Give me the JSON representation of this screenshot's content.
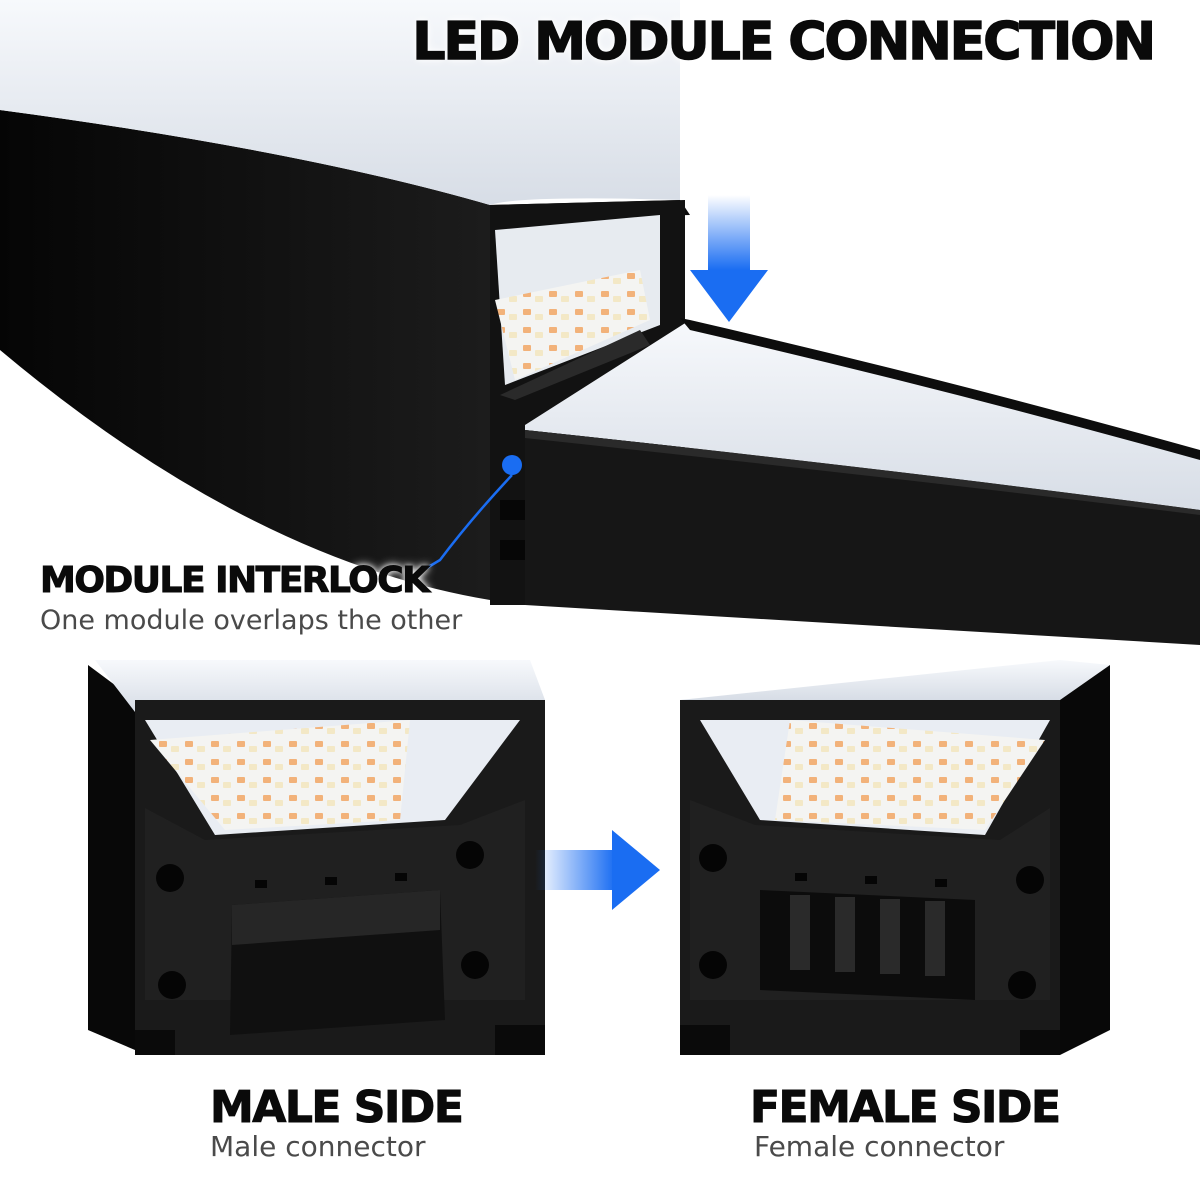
{
  "title": "LED MODULE CONNECTION",
  "interlock": {
    "heading": "MODULE INTERLOCK",
    "caption": "One module overlaps the other"
  },
  "male": {
    "heading": "MALE SIDE",
    "caption": "Male connector"
  },
  "female": {
    "heading": "FEMALE SIDE",
    "caption": "Female connector"
  },
  "colors": {
    "accent_blue": "#1a6df2",
    "profile_black": "#111111",
    "diffuser": "#e9edf3",
    "led_warm": "#f2b27a",
    "led_cool": "#f6efd8",
    "pcb": "#f3f3f3"
  },
  "icons": {
    "insert_arrow": "arrow-down-icon",
    "connect_arrow": "arrow-right-icon",
    "interlock_marker": "callout-dot-icon"
  }
}
